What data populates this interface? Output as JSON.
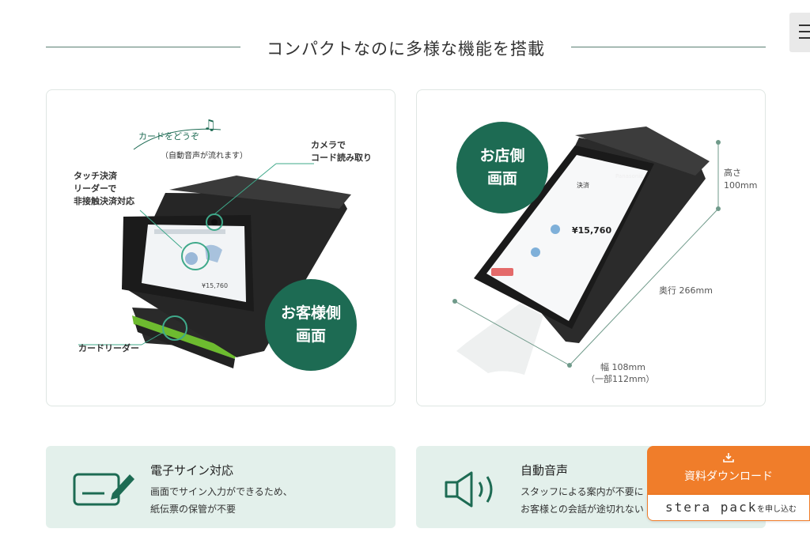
{
  "section": {
    "title": "コンパクトなのに多様な機能を搭載"
  },
  "customer_card": {
    "badge_line1": "お客様側",
    "badge_line2": "画面",
    "speech": "カードをどうぞ",
    "voice_note": "（自動音声が流れます）",
    "camera_line1": "カメラで",
    "camera_line2": "コード読み取り",
    "touch_line1": "タッチ決済",
    "touch_line2": "リーダーで",
    "touch_line3": "非接触決済対応",
    "reader": "カードリーダー",
    "screen_amount": "¥15,760"
  },
  "store_card": {
    "badge_line1": "お店側",
    "badge_line2": "画面",
    "height_label": "高さ",
    "height_value": "100mm",
    "depth_value": "奥行 266mm",
    "width_value": "幅 108mm",
    "width_note": "（一部112mm）",
    "brand": "Panasonic",
    "screen_amount": "¥15,760",
    "screen_title": "決済"
  },
  "features": [
    {
      "title": "電子サイン対応",
      "desc_line1": "画面でサイン入力ができるため、",
      "desc_line2": "紙伝票の保管が不要",
      "icon": "signature-card-icon"
    },
    {
      "title": "自動音声",
      "desc_line1": "スタッフによる案内が不要に",
      "desc_line2": "お客様との会話が途切れない",
      "icon": "speaker-icon"
    }
  ],
  "cta": {
    "download_label": "資料ダウンロード",
    "stera_brand": "stera pack",
    "stera_apply": "を申し込む"
  },
  "colors": {
    "accent_green": "#1d6b53",
    "feature_bg": "#e3f0eb",
    "cta_orange": "#f07d2a"
  }
}
